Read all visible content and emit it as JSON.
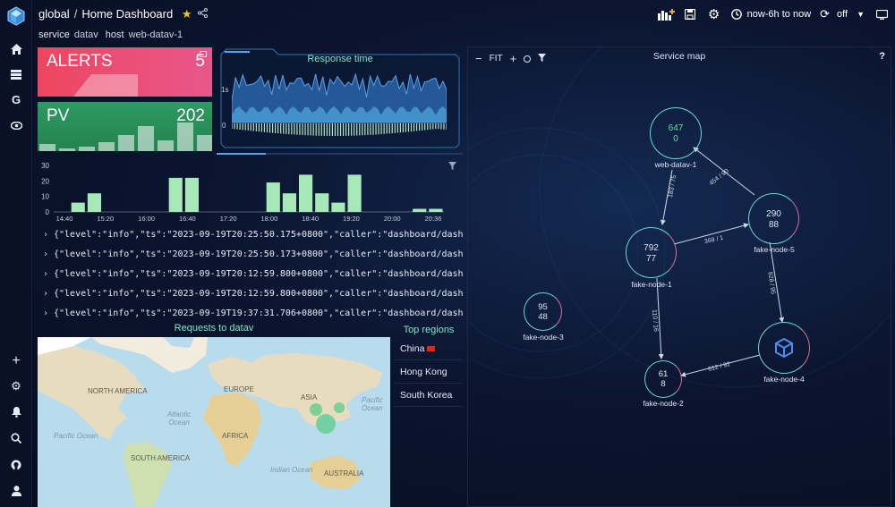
{
  "header": {
    "folder": "global",
    "separator": "/",
    "title": "Home Dashboard",
    "time_range": "now-6h to now",
    "refresh": "off"
  },
  "variables": [
    {
      "name": "service",
      "value": "datav"
    },
    {
      "name": "host",
      "value": "web-datav-1"
    }
  ],
  "alerts": {
    "title": "ALERTS",
    "value": "5",
    "color": "#e8456a"
  },
  "pv": {
    "title": "PV",
    "value": "202",
    "color": "#2e9a62"
  },
  "response_time": {
    "title": "Response time",
    "ticks": [
      "1s",
      "0"
    ]
  },
  "bar_chart": {
    "yticks": [
      "30",
      "20",
      "10",
      "0"
    ],
    "xticks": [
      "14:40",
      "15:20",
      "16:00",
      "16:40",
      "17:20",
      "18:00",
      "18:40",
      "19:20",
      "20:00",
      "20:36"
    ],
    "values": [
      0,
      6,
      12,
      0,
      0,
      0,
      0,
      22,
      22,
      0,
      0,
      0,
      0,
      19,
      12,
      24,
      12,
      6,
      24,
      0,
      0,
      0,
      2,
      2
    ]
  },
  "logs": [
    "{\"level\":\"info\",\"ts\":\"2023-09-19T20:25:50.175+0800\",\"caller\":\"dashboard/dashboard.",
    "{\"level\":\"info\",\"ts\":\"2023-09-19T20:25:50.173+0800\",\"caller\":\"dashboard/dashboard.",
    "{\"level\":\"info\",\"ts\":\"2023-09-19T20:12:59.800+0800\",\"caller\":\"dashboard/dashboard.",
    "{\"level\":\"info\",\"ts\":\"2023-09-19T20:12:59.800+0800\",\"caller\":\"dashboard/dashboard.",
    "{\"level\":\"info\",\"ts\":\"2023-09-19T19:37:31.706+0800\",\"caller\":\"dashboard/dashboard."
  ],
  "map": {
    "title": "Requests to datav",
    "labels": [
      "NORTH AMERICA",
      "EUROPE",
      "ASIA",
      "Atlantic Ocean",
      "Pacific Ocean",
      "AFRICA",
      "SOUTH AMERICA",
      "Indian Ocean",
      "AUSTRALIA",
      "Pacific Ocean"
    ]
  },
  "top_regions": {
    "title": "Top regions",
    "items": [
      "China",
      "Hong Kong",
      "South Korea"
    ]
  },
  "service_map": {
    "title": "Service map",
    "fit_label": "FIT",
    "help": "?",
    "nodes": [
      {
        "id": "web-datav-1",
        "label": "web-datav-1",
        "top": "647",
        "bottom": "0"
      },
      {
        "id": "fake-node-5",
        "label": "fake-node-5",
        "top": "290",
        "bottom": "88"
      },
      {
        "id": "fake-node-1",
        "label": "fake-node-1",
        "top": "792",
        "bottom": "77"
      },
      {
        "id": "fake-node-3",
        "label": "fake-node-3",
        "top": "95",
        "bottom": "48"
      },
      {
        "id": "fake-node-4",
        "label": "fake-node-4"
      },
      {
        "id": "fake-node-2",
        "label": "fake-node-2",
        "top": "61",
        "bottom": "8"
      }
    ],
    "edges": [
      "183 / 75",
      "454 / 90",
      "369 / 1",
      "928 / 95",
      "110 / 16",
      "612 / 92"
    ]
  }
}
